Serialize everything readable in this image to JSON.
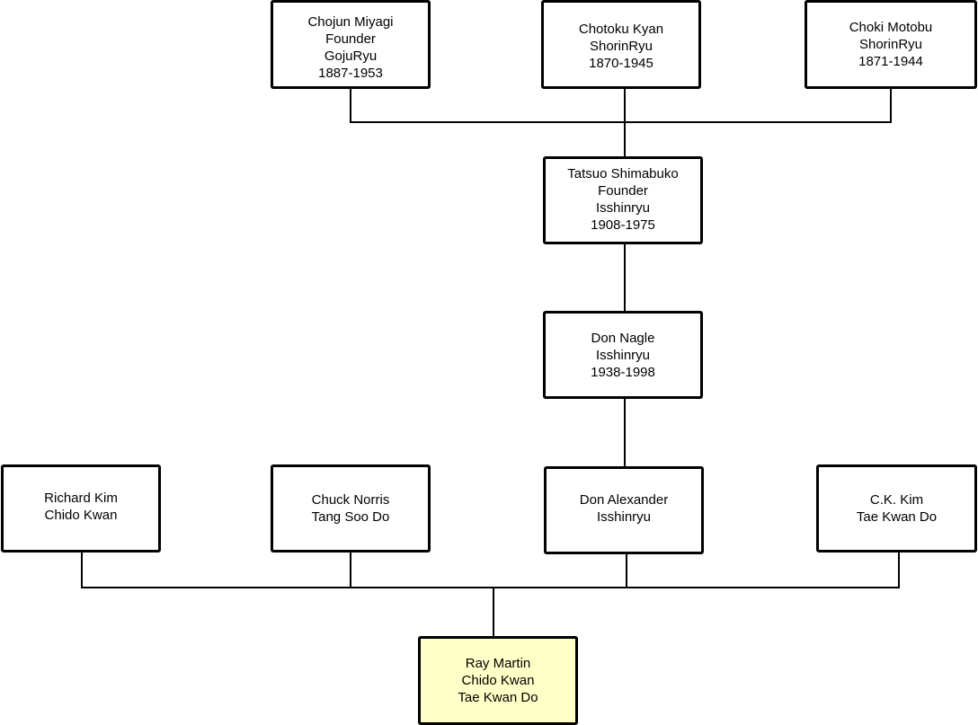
{
  "diagram": {
    "title": "Martial arts lineage",
    "highlight_color": "#FFFFC8",
    "nodes": {
      "miyagi": {
        "lines": [
          "Chojun Miyagi",
          "Founder",
          "GojuRyu",
          "1887-1953"
        ]
      },
      "kyan": {
        "lines": [
          "Chotoku Kyan",
          "ShorinRyu",
          "1870-1945"
        ]
      },
      "motobu": {
        "lines": [
          "Choki Motobu",
          "ShorinRyu",
          "1871-1944"
        ]
      },
      "shimabuko": {
        "lines": [
          "Tatsuo Shimabuko",
          "Founder",
          "Isshinryu",
          "1908-1975"
        ]
      },
      "nagle": {
        "lines": [
          "Don Nagle",
          "Isshinryu",
          "1938-1998"
        ]
      },
      "rkim": {
        "lines": [
          "Richard Kim",
          "Chido Kwan"
        ]
      },
      "norris": {
        "lines": [
          "Chuck Norris",
          "Tang Soo Do"
        ]
      },
      "alexander": {
        "lines": [
          "Don Alexander",
          "Isshinryu"
        ]
      },
      "ckkim": {
        "lines": [
          "C.K. Kim",
          "Tae Kwan Do"
        ]
      },
      "martin": {
        "lines": [
          "Ray Martin",
          "Chido Kwan",
          "Tae Kwan Do"
        ]
      }
    },
    "edges": [
      [
        "miyagi",
        "shimabuko"
      ],
      [
        "kyan",
        "shimabuko"
      ],
      [
        "motobu",
        "shimabuko"
      ],
      [
        "shimabuko",
        "nagle"
      ],
      [
        "nagle",
        "alexander"
      ],
      [
        "rkim",
        "martin"
      ],
      [
        "norris",
        "martin"
      ],
      [
        "alexander",
        "martin"
      ],
      [
        "ckkim",
        "martin"
      ]
    ]
  }
}
